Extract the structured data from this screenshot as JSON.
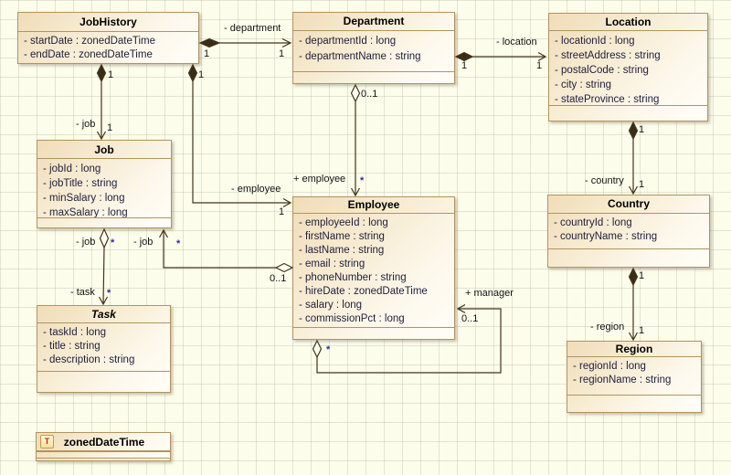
{
  "colors": {
    "canvas_background": "#fdfdec",
    "grid_line": "#b9b9aa",
    "box_border": "#b2945e",
    "box_fill_start": "#f0dcb8",
    "box_fill_end": "#fffef8",
    "attribute_text": "#1f1f3d",
    "connector": "#43341c",
    "datatype_icon_letter_color": "#cc2020"
  },
  "classes": {
    "job_history": {
      "name": "JobHistory",
      "attributes": [
        "- startDate : zonedDateTime",
        "- endDate : zonedDateTime"
      ]
    },
    "department": {
      "name": "Department",
      "attributes": [
        "- departmentId : long",
        "- departmentName : string"
      ]
    },
    "location": {
      "name": "Location",
      "attributes": [
        "- locationId : long",
        "- streetAddress : string",
        "- postalCode : string",
        "- city : string",
        "- stateProvince : string"
      ]
    },
    "job": {
      "name": "Job",
      "attributes": [
        "- jobId : long",
        "- jobTitle : string",
        "- minSalary : long",
        "- maxSalary : long"
      ]
    },
    "employee": {
      "name": "Employee",
      "attributes": [
        "- employeeId : long",
        "- firstName : string",
        "- lastName : string",
        "- email : string",
        "- phoneNumber : string",
        "- hireDate : zonedDateTime",
        "- salary : long",
        "- commissionPct : long"
      ]
    },
    "country": {
      "name": "Country",
      "attributes": [
        "- countryId : long",
        "- countryName : string"
      ]
    },
    "task": {
      "name": "Task",
      "attributes": [
        "- taskId : long",
        "- title : string",
        "- description : string"
      ]
    },
    "region": {
      "name": "Region",
      "attributes": [
        "- regionId : long",
        "- regionName : string"
      ]
    },
    "zoned_date_time": {
      "name": "zonedDateTime",
      "icon_letter": "T"
    }
  },
  "associations": {
    "jobhistory_department": {
      "role": "- department",
      "source_mult": "1",
      "target_mult": "1"
    },
    "department_location": {
      "role": "- location",
      "source_mult": "1",
      "target_mult": "1"
    },
    "jobhistory_job": {
      "role": "- job",
      "source_mult": "1",
      "target_mult": "1"
    },
    "jobhistory_employee": {
      "role": "- employee",
      "source_mult": "1",
      "target_mult": "1"
    },
    "department_employee": {
      "role": "+ employee",
      "source_mult": "0..1",
      "target_mult": "*"
    },
    "employee_job": {
      "role": "- job",
      "source_mult": "0..1",
      "target_mult": "*"
    },
    "job_task": {
      "source_role": "- job",
      "source_mult": "*",
      "target_role": "- task",
      "target_mult": "*"
    },
    "location_country": {
      "role": "- country",
      "source_mult": "1",
      "target_mult": "1"
    },
    "country_region": {
      "role": "- region",
      "source_mult": "1",
      "target_mult": "1"
    },
    "employee_manager": {
      "role": "+ manager",
      "source_mult": "*",
      "target_mult": "0..1"
    }
  }
}
